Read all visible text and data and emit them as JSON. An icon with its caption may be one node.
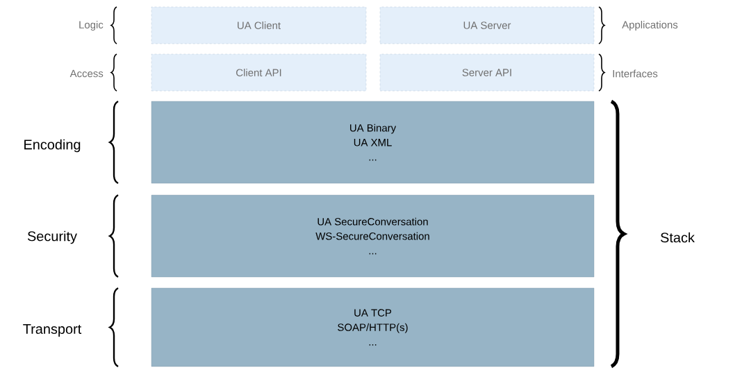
{
  "diagram": {
    "nodes": [
      {
        "text": [
          "UA Client"
        ]
      },
      {
        "text": [
          "UA Server"
        ]
      },
      {
        "text": [
          "Client API"
        ]
      },
      {
        "text": [
          "Server API"
        ]
      },
      {
        "text": [
          "UA Binary",
          "UA XML",
          "..."
        ]
      },
      {
        "text": [
          "UA SecureConversation",
          "WS-SecureConversation",
          "..."
        ]
      },
      {
        "text": [
          "UA TCP",
          "SOAP/HTTP(s)",
          "..."
        ]
      }
    ],
    "labels": [
      "Logic",
      "Applications",
      "Access",
      "Interfaces",
      "Encoding",
      "Security",
      "Stack",
      "Transport"
    ]
  }
}
